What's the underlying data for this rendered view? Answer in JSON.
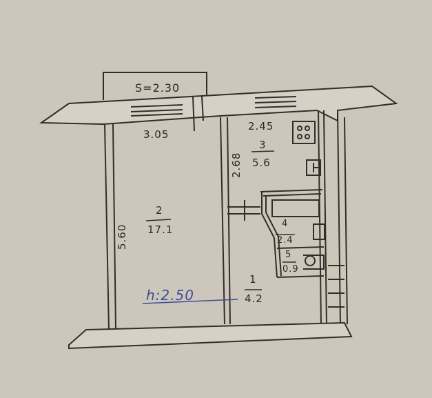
{
  "balcony_area": "S=2.30",
  "ceiling_height": "h:2.50",
  "dimensions": {
    "room2_width": "3.05",
    "room2_length": "5.60",
    "kitchen_width": "2.45",
    "kitchen_length": "2.68"
  },
  "rooms": [
    {
      "number": "1",
      "area": "4.2"
    },
    {
      "number": "2",
      "area": "17.1"
    },
    {
      "number": "3",
      "area": "5.6"
    },
    {
      "number": "4",
      "area": "2.4"
    },
    {
      "number": "5",
      "area": "0.9"
    }
  ]
}
